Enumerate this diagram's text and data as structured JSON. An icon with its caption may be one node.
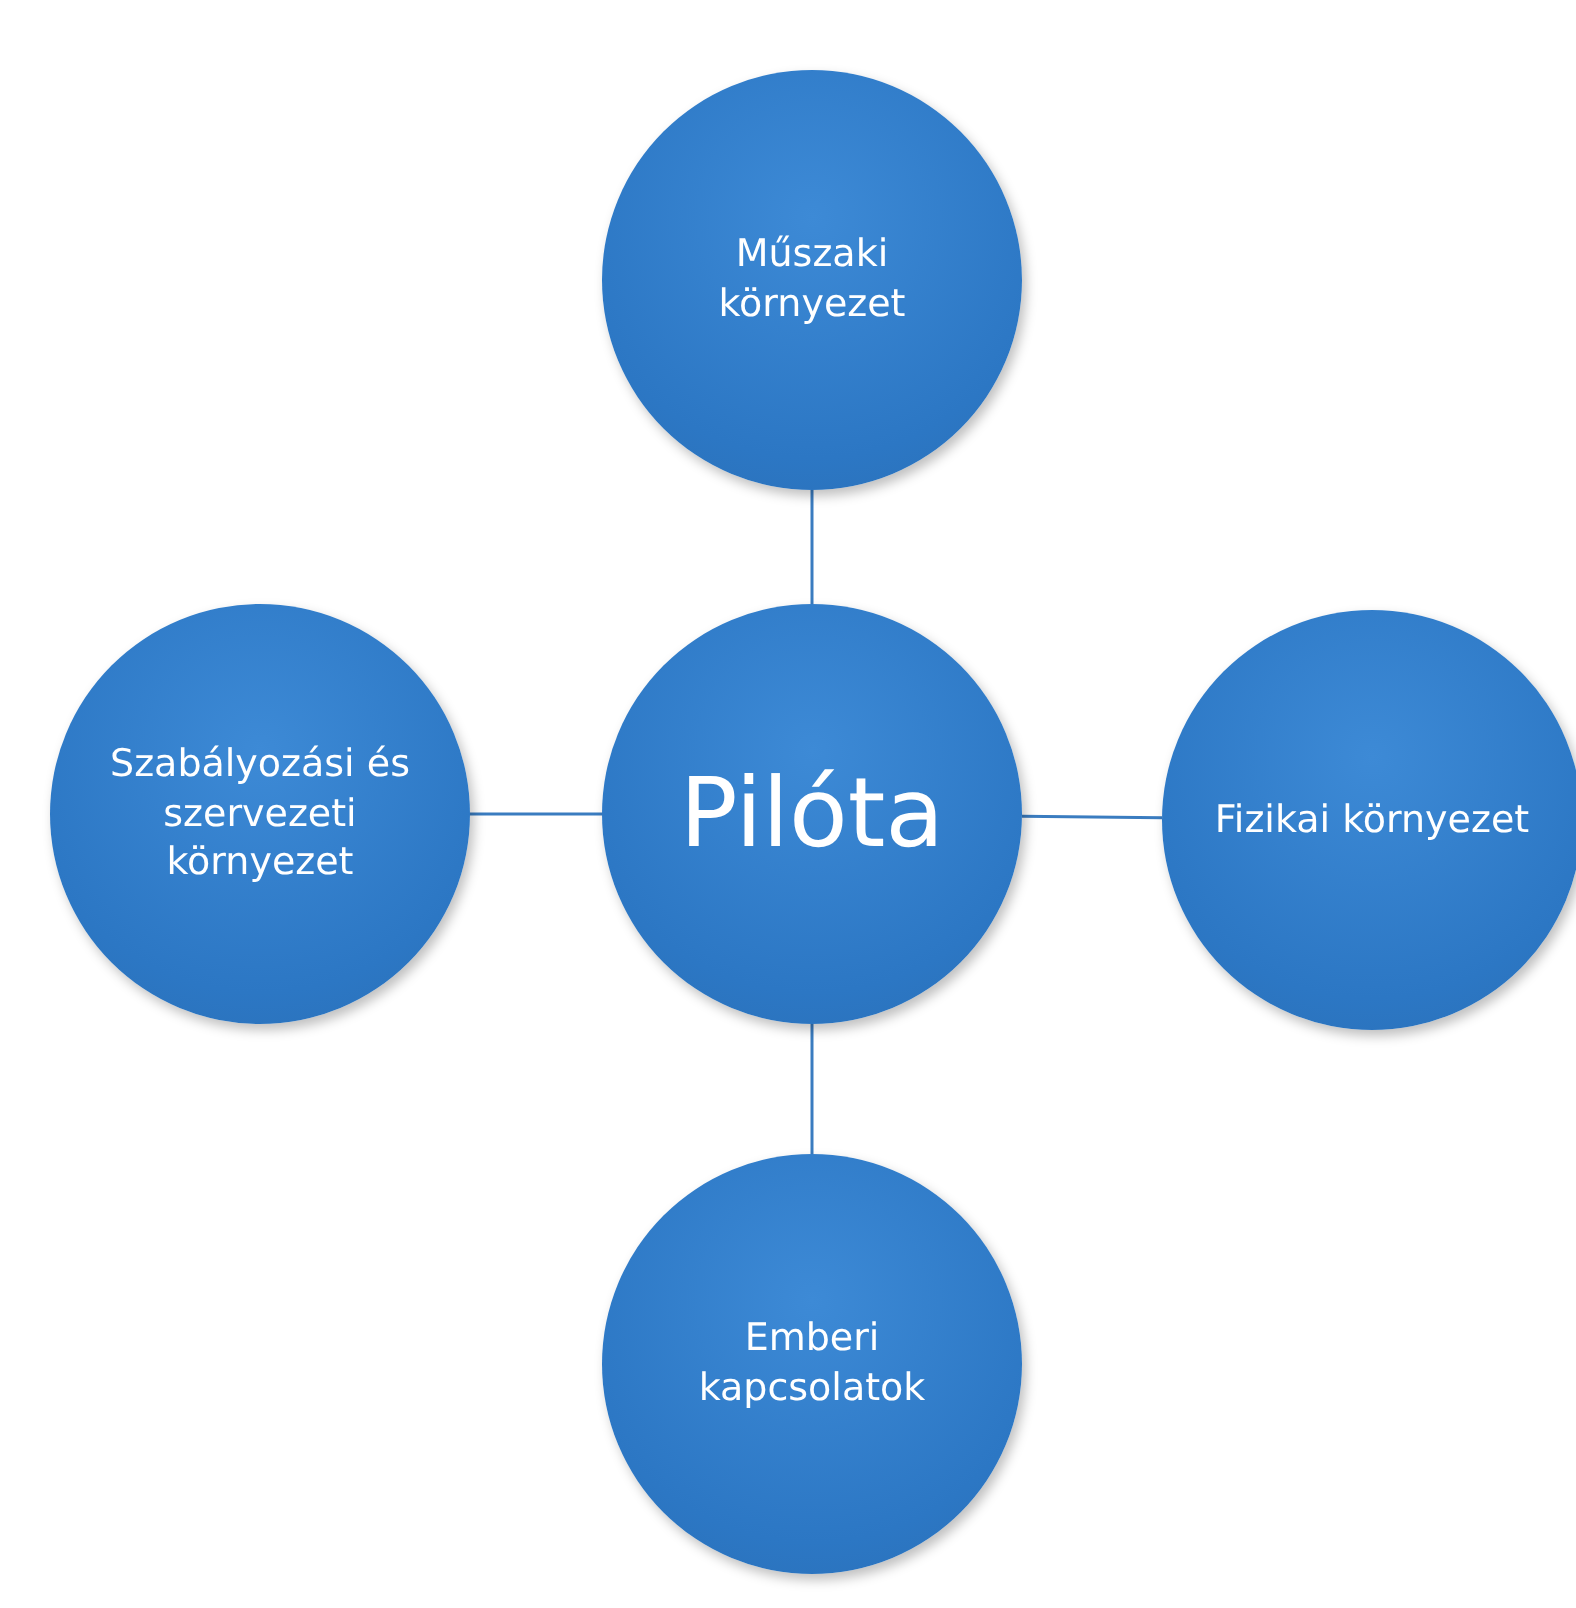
{
  "diagram": {
    "nodes": [
      {
        "text": [
          "Műszaki környezet"
        ]
      },
      {
        "text": [
          "Szabályozási és szervezeti környezet"
        ]
      },
      {
        "text": [
          "Pilóta"
        ]
      },
      {
        "text": [
          "Fizikai környezet"
        ]
      },
      {
        "text": [
          "Emberi kapcsolatok"
        ]
      }
    ],
    "edges": [
      {
        "from": 2,
        "to": 0,
        "arrow": "none"
      },
      {
        "from": 2,
        "to": 1,
        "arrow": "none"
      },
      {
        "from": 2,
        "to": 3,
        "arrow": "none"
      },
      {
        "from": 2,
        "to": 4,
        "arrow": "none"
      }
    ]
  }
}
